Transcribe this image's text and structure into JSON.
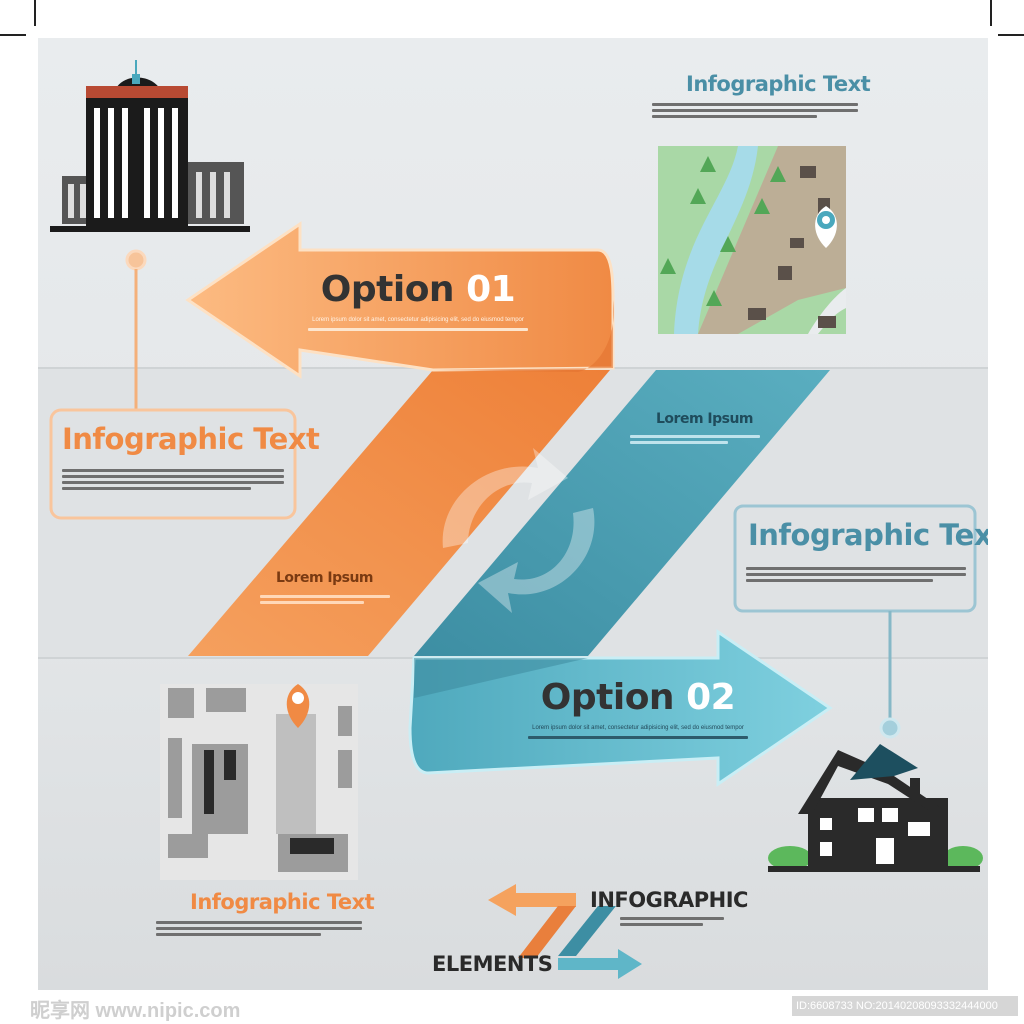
{
  "option1": {
    "label": "Option",
    "number": "01",
    "body": "Lorem ipsum dolor sit amet, consectetur adipisicing elit, sed do eiusmod tempor"
  },
  "option2": {
    "label": "Option",
    "number": "02",
    "body": "Lorem ipsum dolor sit amet, consectetur adipisicing elit, sed do eiusmod tempor"
  },
  "lorem_orange": "Lorem Ipsum",
  "lorem_blue": "Lorem Ipsum",
  "info_top_right": "Infographic Text",
  "info_left": "Infographic Text",
  "info_right": "Infographic Text",
  "info_bottom": "Infographic Text",
  "logo": {
    "line1": "INFOGRAPHIC",
    "line2": "ELEMENTS"
  },
  "watermark": {
    "left": "昵享网 www.nipic.com",
    "right": "ID:6608733 NO:20140208093332444000"
  },
  "colors": {
    "orange": "#f08a44",
    "orange_light": "#fbb27a",
    "blue": "#5fb6c8",
    "blue_dark": "#3f8fa3",
    "title_blue": "#4a8fa6",
    "title_orange": "#f08a44"
  },
  "icons": [
    "office-building-icon",
    "city-map-icon",
    "map-pin-icon",
    "street-map-icon",
    "house-icon",
    "recycle-arrows-icon"
  ]
}
